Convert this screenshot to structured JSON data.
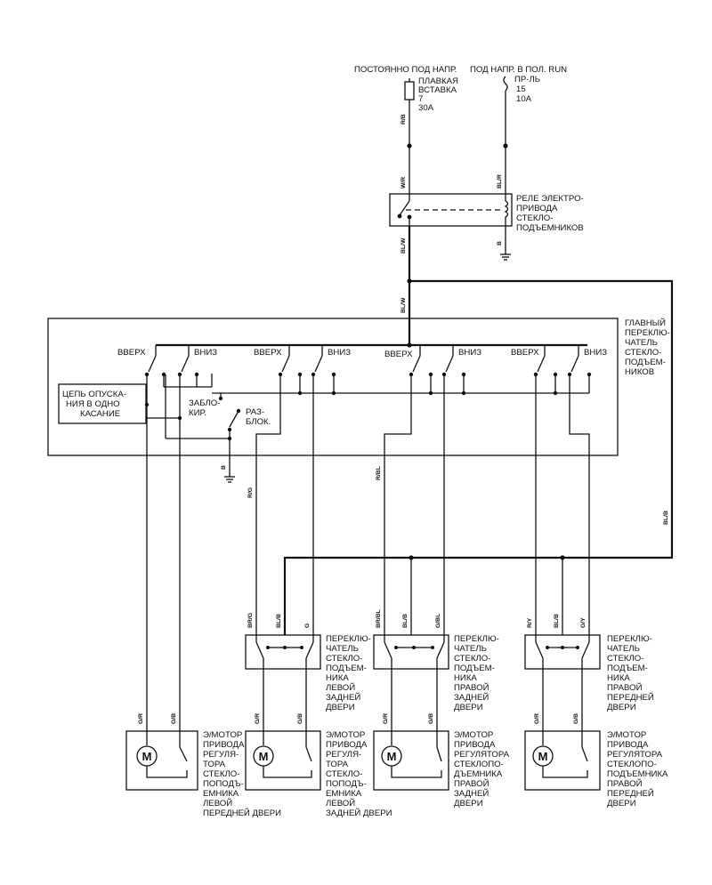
{
  "supply": {
    "constant_label": "ПОСТОЯННО ПОД НАПР.",
    "run_label": "ПОД НАПР. В ПОЛ. RUN",
    "fusible_link": [
      "ПЛАВКАЯ",
      "ВСТАВКА",
      "7",
      "30А"
    ],
    "fuse": [
      "ПР-ЛЬ",
      "15",
      "10А"
    ]
  },
  "relay": {
    "label": [
      "РЕЛЕ ЭЛЕКТРО-",
      "ПРИВОДА",
      "СТЕКЛО-",
      "ПОДЪЕМНИКОВ"
    ]
  },
  "main_switch": {
    "label": [
      "ГЛАВНЫЙ",
      "ПЕРЕКЛЮ-",
      "ЧАТЕЛЬ",
      "СТЕКЛО-",
      "ПОДЪЕМ-",
      "НИКОВ"
    ],
    "up_label": "ВВЕРХ",
    "down_label": "ВНИЗ",
    "down_label_2": "ВНИЗ",
    "one_touch": [
      "ЦЕПЬ ОПУСКА-",
      "НИЯ В ОДНО",
      "КАСАНИЕ"
    ],
    "locked": [
      "ЗАБЛО-",
      "КИР."
    ],
    "unlocked": [
      "РАЗ-",
      "БЛОК."
    ]
  },
  "door_switches": {
    "left_rear": [
      "ПЕРЕКЛЮ-",
      "ЧАТЕЛЬ",
      "СТЕКЛО-",
      "ПОДЪЕМ-",
      "НИКА",
      "ЛЕВОЙ",
      "ЗАДНЕЙ",
      "ДВЕРИ"
    ],
    "right_rear": [
      "ПЕРЕКЛЮ-",
      "ЧАТЕЛЬ",
      "СТЕКЛО-",
      "ПОДЪЕМ-",
      "НИКА",
      "ПРАВОЙ",
      "ЗАДНЕЙ",
      "ДВЕРИ"
    ],
    "right_front": [
      "ПЕРЕКЛЮ-",
      "ЧАТЕЛЬ",
      "СТЕКЛО-",
      "ПОДЪЕМ-",
      "НИКА",
      "ПРАВОЙ",
      "ПЕРЕДНЕЙ",
      "ДВЕРИ"
    ]
  },
  "motors": {
    "symbol": "M",
    "left_front": [
      "Э/МОТОР",
      "ПРИВОДА",
      "РЕГУЛЯ-",
      "ТОРА",
      "СТЕКЛО-",
      "ПОПОДЪ-",
      "ЕМНИКА",
      "ЛЕВОЙ",
      "ПЕРЕДНЕЙ ДВЕРИ"
    ],
    "left_rear": [
      "Э/МОТОР",
      "ПРИВОДА",
      "РЕГУЛЯ-",
      "ТОРА",
      "СТЕКЛО-",
      "ПОПОДЪ-",
      "ЕМНИКА",
      "ЛЕВОЙ",
      "ЗАДНЕЙ ДВЕРИ"
    ],
    "right_rear": [
      "Э/МОТОР",
      "ПРИВОДА",
      "РЕГУЛЯТОРА",
      "СТЕКЛОПО-",
      "ДЪЕМНИКА",
      "ПРАВОЙ",
      "ЗАДНЕЙ",
      "ДВЕРИ"
    ],
    "right_front": [
      "Э/МОТОР",
      "ПРИВОДА",
      "РЕГУЛЯТОРА",
      "СТЕКЛОПО-",
      "ПОДЪЕМНИКА",
      "ПРАВОЙ",
      "ПЕРЕДНЕЙ",
      "ДВЕРИ"
    ]
  },
  "wires": {
    "rb": "R/B",
    "wr": "W/R",
    "blr": "BL/R",
    "blw": "BL/W",
    "b": "B",
    "blb": "BL/B",
    "rg": "R/G",
    "rbl": "R/BL",
    "brg": "BR/G",
    "g": "G",
    "brbl": "BR/BL",
    "gbl": "G/BL",
    "ry": "R/Y",
    "gy": "G/Y",
    "gr": "G/R",
    "gb": "G/B"
  }
}
